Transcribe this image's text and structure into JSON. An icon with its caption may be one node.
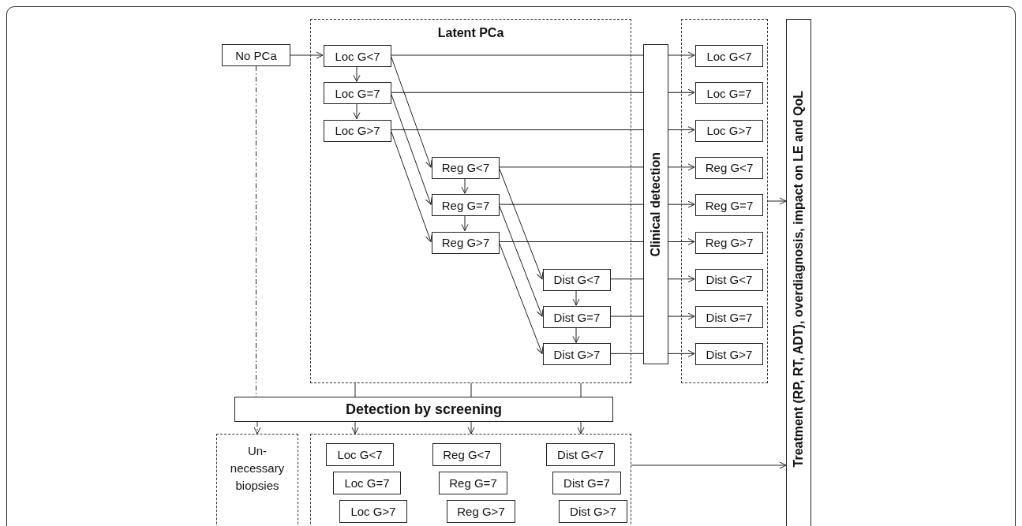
{
  "diagram": {
    "nodes": [
      {
        "text": [
          "No PCa"
        ]
      },
      {
        "text": [
          "Latent PCa"
        ]
      },
      {
        "text": [
          "Loc G<7"
        ],
        "in": 1
      },
      {
        "text": [
          "Loc G=7"
        ],
        "in": 1
      },
      {
        "text": [
          "Loc G>7"
        ],
        "in": 1
      },
      {
        "text": [
          "Reg G<7"
        ],
        "in": 1
      },
      {
        "text": [
          "Reg G=7"
        ],
        "in": 1
      },
      {
        "text": [
          "Reg G>7"
        ],
        "in": 1
      },
      {
        "text": [
          "Dist G<7"
        ],
        "in": 1
      },
      {
        "text": [
          "Dist G=7"
        ],
        "in": 1
      },
      {
        "text": [
          "Dist G>7"
        ],
        "in": 1
      },
      {
        "text": [
          "Clinical detection"
        ]
      },
      {
        "text": [],
        "shape": "box"
      },
      {
        "text": [
          "Loc G<7"
        ],
        "in": 12
      },
      {
        "text": [
          "Loc G=7"
        ],
        "in": 12
      },
      {
        "text": [
          "Loc G>7"
        ],
        "in": 12
      },
      {
        "text": [
          "Reg G<7"
        ],
        "in": 12
      },
      {
        "text": [
          "Reg G=7"
        ],
        "in": 12
      },
      {
        "text": [
          "Reg G>7"
        ],
        "in": 12
      },
      {
        "text": [
          "Dist G<7"
        ],
        "in": 12
      },
      {
        "text": [
          "Dist G=7"
        ],
        "in": 12
      },
      {
        "text": [
          "Dist G>7"
        ],
        "in": 12
      },
      {
        "text": [
          "Treatment (RP, RT, ADT), overdiagnosis, impact on LE and QoL"
        ]
      },
      {
        "text": [
          "Detection by screening"
        ]
      },
      {
        "text": [
          "Un- necessary biopsies"
        ]
      },
      {
        "text": [],
        "shape": "box"
      },
      {
        "text": [
          "Loc G<7"
        ],
        "in": 25
      },
      {
        "text": [
          "Loc G=7"
        ],
        "in": 25
      },
      {
        "text": [
          "Loc G>7"
        ],
        "in": 25
      },
      {
        "text": [
          "Reg G<7"
        ],
        "in": 25
      },
      {
        "text": [
          "Reg G=7"
        ],
        "in": 25
      },
      {
        "text": [
          "Reg G>7"
        ],
        "in": 25
      },
      {
        "text": [
          "Dist G<7"
        ],
        "in": 25
      },
      {
        "text": [
          "Dist G=7"
        ],
        "in": 25
      },
      {
        "text": [
          "Dist G>7"
        ],
        "in": 25
      }
    ],
    "edges": [
      {
        "from": 0,
        "to": 2,
        "arrow": "to"
      },
      {
        "from": 2,
        "to": 3,
        "arrow": "to"
      },
      {
        "from": 3,
        "to": 4,
        "arrow": "to"
      },
      {
        "from": 2,
        "to": 5,
        "arrow": "to"
      },
      {
        "from": 3,
        "to": 6,
        "arrow": "to"
      },
      {
        "from": 4,
        "to": 7,
        "arrow": "to"
      },
      {
        "from": 5,
        "to": 6,
        "arrow": "to"
      },
      {
        "from": 6,
        "to": 7,
        "arrow": "to"
      },
      {
        "from": 5,
        "to": 8,
        "arrow": "to"
      },
      {
        "from": 6,
        "to": 9,
        "arrow": "to"
      },
      {
        "from": 7,
        "to": 10,
        "arrow": "to"
      },
      {
        "from": 8,
        "to": 9,
        "arrow": "to"
      },
      {
        "from": 9,
        "to": 10,
        "arrow": "to"
      },
      {
        "from": 2,
        "to": 11,
        "arrow": "none"
      },
      {
        "from": 3,
        "to": 11,
        "arrow": "none"
      },
      {
        "from": 4,
        "to": 11,
        "arrow": "none"
      },
      {
        "from": 5,
        "to": 11,
        "arrow": "none"
      },
      {
        "from": 6,
        "to": 11,
        "arrow": "none"
      },
      {
        "from": 7,
        "to": 11,
        "arrow": "none"
      },
      {
        "from": 8,
        "to": 11,
        "arrow": "none"
      },
      {
        "from": 9,
        "to": 11,
        "arrow": "none"
      },
      {
        "from": 10,
        "to": 11,
        "arrow": "none"
      },
      {
        "from": 11,
        "to": 13,
        "arrow": "to"
      },
      {
        "from": 11,
        "to": 14,
        "arrow": "to"
      },
      {
        "from": 11,
        "to": 15,
        "arrow": "to"
      },
      {
        "from": 11,
        "to": 16,
        "arrow": "to"
      },
      {
        "from": 11,
        "to": 17,
        "arrow": "to"
      },
      {
        "from": 11,
        "to": 18,
        "arrow": "to"
      },
      {
        "from": 11,
        "to": 19,
        "arrow": "to"
      },
      {
        "from": 11,
        "to": 20,
        "arrow": "to"
      },
      {
        "from": 11,
        "to": 21,
        "arrow": "to"
      },
      {
        "from": 12,
        "to": 22,
        "arrow": "to"
      },
      {
        "from": 0,
        "to": 23,
        "arrow": "none",
        "style": "dashed"
      },
      {
        "from": 1,
        "to": 23,
        "arrow": "none"
      },
      {
        "from": 1,
        "to": 23,
        "arrow": "none"
      },
      {
        "from": 1,
        "to": 23,
        "arrow": "none"
      },
      {
        "from": 23,
        "to": 24,
        "arrow": "to",
        "style": "dashed"
      },
      {
        "from": 23,
        "to": 25,
        "arrow": "to"
      },
      {
        "from": 23,
        "to": 25,
        "arrow": "to"
      },
      {
        "from": 23,
        "to": 25,
        "arrow": "to"
      },
      {
        "from": 25,
        "to": 22,
        "arrow": "to"
      }
    ]
  }
}
